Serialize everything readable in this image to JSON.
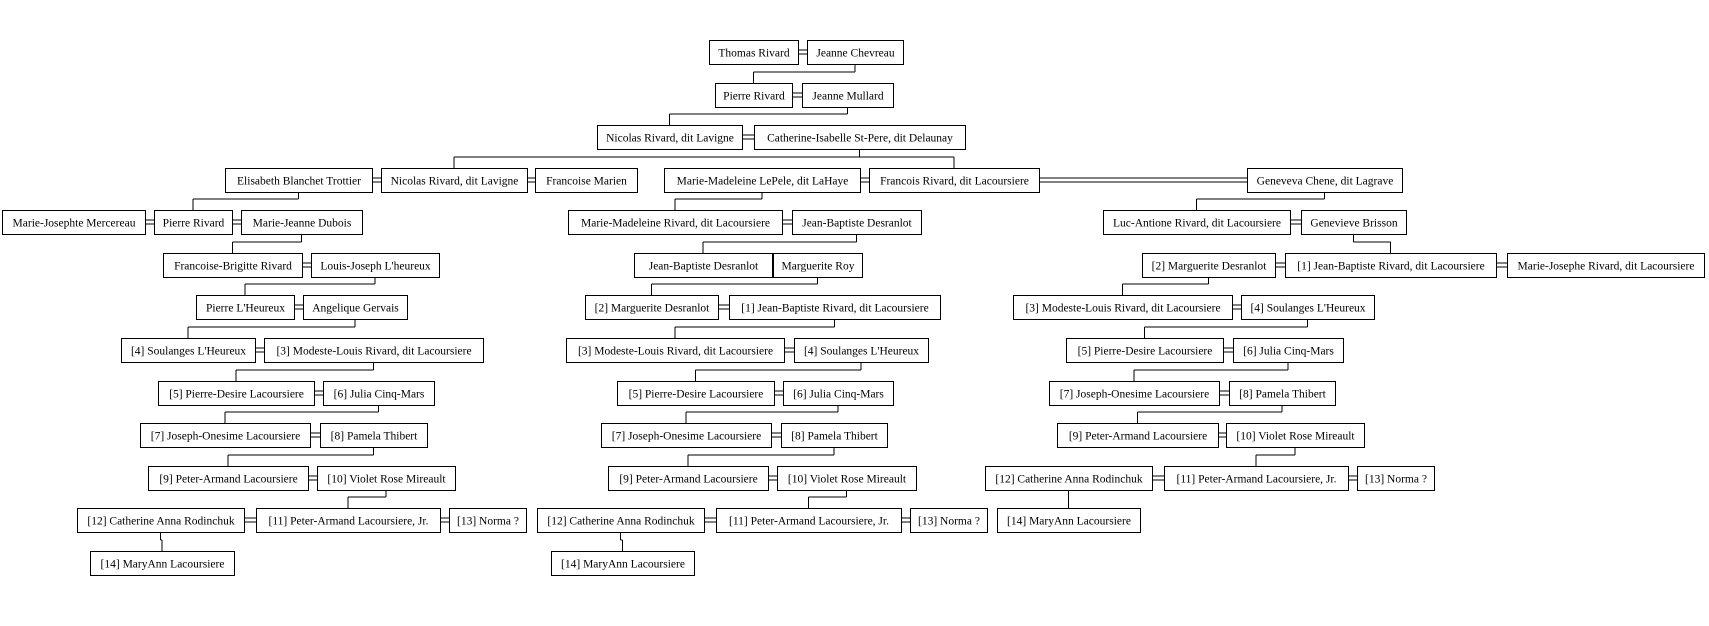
{
  "people": [
    {
      "id": "r0a",
      "name": "Thomas Rivard"
    },
    {
      "id": "r0b",
      "name": "Jeanne Chevreau"
    },
    {
      "id": "r1a",
      "name": "Pierre Rivard"
    },
    {
      "id": "r1b",
      "name": "Jeanne Mullard"
    },
    {
      "id": "r2a",
      "name": "Nicolas Rivard, dit Lavigne"
    },
    {
      "id": "r2b",
      "name": "Catherine-Isabelle St-Pere, dit Delaunay"
    },
    {
      "id": "L3a",
      "name": "Elisabeth Blanchet Trottier"
    },
    {
      "id": "L3b",
      "name": "Nicolas Rivard, dit Lavigne"
    },
    {
      "id": "L3c",
      "name": "Francoise Marien"
    },
    {
      "id": "M3a",
      "name": "Marie-Madeleine LePele, dit LaHaye"
    },
    {
      "id": "M3b",
      "name": "Francois Rivard, dit Lacoursiere"
    },
    {
      "id": "R3a",
      "name": "Geneveva Chene, dit Lagrave"
    },
    {
      "id": "L4a",
      "name": "Marie-Josephte Mercereau"
    },
    {
      "id": "L4b",
      "name": "Pierre Rivard"
    },
    {
      "id": "L4c",
      "name": "Marie-Jeanne Dubois"
    },
    {
      "id": "L5a",
      "name": "Francoise-Brigitte Rivard"
    },
    {
      "id": "L5b",
      "name": "Louis-Joseph L'heureux"
    },
    {
      "id": "L6a",
      "name": "Pierre L'Heureux"
    },
    {
      "id": "L6b",
      "name": "Angelique Gervais"
    },
    {
      "id": "L7a",
      "name": "[4] Soulanges L'Heureux"
    },
    {
      "id": "L7b",
      "name": "[3] Modeste-Louis Rivard, dit Lacoursiere"
    },
    {
      "id": "L8a",
      "name": "[5] Pierre-Desire Lacoursiere"
    },
    {
      "id": "L8b",
      "name": "[6] Julia Cinq-Mars"
    },
    {
      "id": "L9a",
      "name": "[7] Joseph-Onesime Lacoursiere"
    },
    {
      "id": "L9b",
      "name": "[8] Pamela Thibert"
    },
    {
      "id": "L10a",
      "name": "[9] Peter-Armand Lacoursiere"
    },
    {
      "id": "L10b",
      "name": "[10] Violet Rose Mireault"
    },
    {
      "id": "L11a",
      "name": "[12] Catherine Anna Rodinchuk"
    },
    {
      "id": "L11b",
      "name": "[11] Peter-Armand Lacoursiere, Jr."
    },
    {
      "id": "L11c",
      "name": "[13] Norma ?"
    },
    {
      "id": "L12a",
      "name": "[14] MaryAnn Lacoursiere"
    },
    {
      "id": "M4a",
      "name": "Marie-Madeleine Rivard, dit Lacoursiere"
    },
    {
      "id": "M4b",
      "name": "Jean-Baptiste Desranlot"
    },
    {
      "id": "M5a",
      "name": "Jean-Baptiste Desranlot"
    },
    {
      "id": "M5b",
      "name": "Marguerite Roy"
    },
    {
      "id": "M6a",
      "name": "[2] Marguerite Desranlot"
    },
    {
      "id": "M6b",
      "name": "[1] Jean-Baptiste Rivard, dit Lacoursiere"
    },
    {
      "id": "M7a",
      "name": "[3] Modeste-Louis Rivard, dit Lacoursiere"
    },
    {
      "id": "M7b",
      "name": "[4] Soulanges L'Heureux"
    },
    {
      "id": "M8a",
      "name": "[5] Pierre-Desire Lacoursiere"
    },
    {
      "id": "M8b",
      "name": "[6] Julia Cinq-Mars"
    },
    {
      "id": "M9a",
      "name": "[7] Joseph-Onesime Lacoursiere"
    },
    {
      "id": "M9b",
      "name": "[8] Pamela Thibert"
    },
    {
      "id": "M10a",
      "name": "[9] Peter-Armand Lacoursiere"
    },
    {
      "id": "M10b",
      "name": "[10] Violet Rose Mireault"
    },
    {
      "id": "M11a",
      "name": "[12] Catherine Anna Rodinchuk"
    },
    {
      "id": "M11b",
      "name": "[11] Peter-Armand Lacoursiere, Jr."
    },
    {
      "id": "M11c",
      "name": "[13] Norma ?"
    },
    {
      "id": "M12a",
      "name": "[14] MaryAnn Lacoursiere"
    },
    {
      "id": "R4a",
      "name": "Luc-Antione Rivard, dit Lacoursiere"
    },
    {
      "id": "R4b",
      "name": "Genevieve Brisson"
    },
    {
      "id": "R5a",
      "name": "[2] Marguerite Desranlot"
    },
    {
      "id": "R5b",
      "name": "[1] Jean-Baptiste Rivard, dit Lacoursiere"
    },
    {
      "id": "R5c",
      "name": "Marie-Josephe Rivard, dit Lacoursiere"
    },
    {
      "id": "R6a",
      "name": "[3] Modeste-Louis Rivard, dit Lacoursiere"
    },
    {
      "id": "R6b",
      "name": "[4] Soulanges L'Heureux"
    },
    {
      "id": "R7a",
      "name": "[5] Pierre-Desire Lacoursiere"
    },
    {
      "id": "R7b",
      "name": "[6] Julia Cinq-Mars"
    },
    {
      "id": "R8a",
      "name": "[7] Joseph-Onesime Lacoursiere"
    },
    {
      "id": "R8b",
      "name": "[8] Pamela Thibert"
    },
    {
      "id": "R9a",
      "name": "[9] Peter-Armand Lacoursiere"
    },
    {
      "id": "R9b",
      "name": "[10] Violet Rose Mireault"
    },
    {
      "id": "R10a",
      "name": "[12] Catherine Anna Rodinchuk"
    },
    {
      "id": "R10b",
      "name": "[11] Peter-Armand Lacoursiere, Jr."
    },
    {
      "id": "R10c",
      "name": "[13] Norma ?"
    },
    {
      "id": "R11a",
      "name": "[14] MaryAnn Lacoursiere"
    }
  ],
  "marriages": [
    [
      "r0a",
      "r0b"
    ],
    [
      "r1a",
      "r1b"
    ],
    [
      "r2a",
      "r2b"
    ],
    [
      "L3a",
      "L3b"
    ],
    [
      "L3b",
      "L3c"
    ],
    [
      "M3a",
      "M3b"
    ],
    [
      "M3b",
      "R3a"
    ],
    [
      "L4a",
      "L4b"
    ],
    [
      "L4b",
      "L4c"
    ],
    [
      "L5a",
      "L5b"
    ],
    [
      "L6a",
      "L6b"
    ],
    [
      "L7a",
      "L7b"
    ],
    [
      "L8a",
      "L8b"
    ],
    [
      "L9a",
      "L9b"
    ],
    [
      "L10a",
      "L10b"
    ],
    [
      "L11a",
      "L11b"
    ],
    [
      "L11b",
      "L11c"
    ],
    [
      "M4a",
      "M4b"
    ],
    [
      "M5a",
      "M5b"
    ],
    [
      "M6a",
      "M6b"
    ],
    [
      "M7a",
      "M7b"
    ],
    [
      "M8a",
      "M8b"
    ],
    [
      "M9a",
      "M9b"
    ],
    [
      "M10a",
      "M10b"
    ],
    [
      "M11a",
      "M11b"
    ],
    [
      "M11b",
      "M11c"
    ],
    [
      "R4a",
      "R4b"
    ],
    [
      "R5a",
      "R5b"
    ],
    [
      "R5b",
      "R5c"
    ],
    [
      "R6a",
      "R6b"
    ],
    [
      "R7a",
      "R7b"
    ],
    [
      "R8a",
      "R8b"
    ],
    [
      "R9a",
      "R9b"
    ],
    [
      "R10a",
      "R10b"
    ],
    [
      "R10b",
      "R10c"
    ]
  ],
  "descents": [
    {
      "parent": "r0b",
      "children": [
        "r1a"
      ]
    },
    {
      "parent": "r1b",
      "children": [
        "r2a"
      ]
    },
    {
      "parent": "r2b",
      "children": [
        "L3b",
        "M3b"
      ]
    },
    {
      "parent": "L3a",
      "children": [
        "L4b"
      ]
    },
    {
      "parent": "L4c",
      "children": [
        "L5a"
      ]
    },
    {
      "parent": "L5b",
      "children": [
        "L6a"
      ]
    },
    {
      "parent": "L6b",
      "children": [
        "L7a"
      ]
    },
    {
      "parent": "L7b",
      "children": [
        "L8a"
      ]
    },
    {
      "parent": "L8b",
      "children": [
        "L9a"
      ]
    },
    {
      "parent": "L9b",
      "children": [
        "L10a"
      ]
    },
    {
      "parent": "L10b",
      "children": [
        "L11b"
      ]
    },
    {
      "parent": "L11a",
      "children": [
        "L12a"
      ]
    },
    {
      "parent": "M3a",
      "children": [
        "M4a"
      ]
    },
    {
      "parent": "M4b",
      "children": [
        "M5a"
      ]
    },
    {
      "parent": "M5b",
      "children": [
        "M6a"
      ]
    },
    {
      "parent": "M6b",
      "children": [
        "M7a"
      ]
    },
    {
      "parent": "M7b",
      "children": [
        "M8a"
      ]
    },
    {
      "parent": "M8b",
      "children": [
        "M9a"
      ]
    },
    {
      "parent": "M9b",
      "children": [
        "M10a"
      ]
    },
    {
      "parent": "M10b",
      "children": [
        "M11b"
      ]
    },
    {
      "parent": "M11a",
      "children": [
        "M12a"
      ]
    },
    {
      "parent": "R3a",
      "children": [
        "R4a"
      ]
    },
    {
      "parent": "R4b",
      "children": [
        "R5b"
      ]
    },
    {
      "parent": "R5a",
      "children": [
        "R6a"
      ]
    },
    {
      "parent": "R6b",
      "children": [
        "R7a"
      ]
    },
    {
      "parent": "R7b",
      "children": [
        "R8a"
      ]
    },
    {
      "parent": "R8b",
      "children": [
        "R9a"
      ]
    },
    {
      "parent": "R9b",
      "children": [
        "R10b"
      ]
    },
    {
      "parent": "R10a",
      "children": [
        "R11a"
      ]
    }
  ]
}
